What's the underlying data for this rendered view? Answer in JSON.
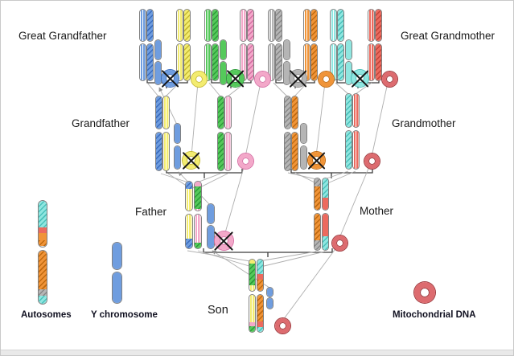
{
  "palette": {
    "blue": "#6f9ddf",
    "blue_dark": "#3a6cbe",
    "yellow": "#f3ec6f",
    "yellow_dark": "#c6ba30",
    "green": "#55c95b",
    "green_dark": "#2b9c38",
    "pink": "#f3a8c9",
    "pink_dark": "#d66fa4",
    "gray": "#b5b5b5",
    "gray_dark": "#878787",
    "orange": "#f09438",
    "orange_dark": "#bf690f",
    "cyan": "#8fe6e0",
    "cyan_dark": "#49c0ba",
    "red": "#ec6a5e",
    "red_dark": "#c2453a",
    "mito": "#dd6b6f",
    "mito_dark": "#9c3a3e",
    "line": "#aeaeae",
    "bracket": "#3c3c3c"
  },
  "labels": {
    "great_grandfather": "Great Grandfather",
    "great_grandmother": "Great Grandmother",
    "grandfather": "Grandfather",
    "grandmother": "Grandmother",
    "father": "Father",
    "mother": "Mother",
    "son": "Son"
  },
  "legend": {
    "autosomes": {
      "label": "Autosomes",
      "segments": [
        {
          "c": "cyan",
          "st": "h",
          "p": 26
        },
        {
          "c": "red",
          "st": "s",
          "p": 6
        },
        {
          "c": "orange",
          "st": "s",
          "p": 7
        },
        {
          "c": "orange",
          "st": "h",
          "p": 47
        },
        {
          "c": "gray",
          "st": "h",
          "p": 6
        },
        {
          "c": "cyan",
          "st": "h",
          "p": 8
        }
      ]
    },
    "y_chromosome": {
      "label": "Y chromosome",
      "color": "blue"
    },
    "mitochondrial_dna": {
      "label": "Mitochondrial DNA",
      "ring": {
        "c": "mito",
        "crossed": false
      }
    }
  },
  "people": [
    {
      "id": "great-grandfather-1",
      "chromosomes": [
        {
          "segments": [
            {
              "c": "blue",
              "st": "l",
              "p": 100
            }
          ]
        },
        {
          "segments": [
            {
              "c": "blue",
              "st": "h",
              "p": 100
            }
          ]
        }
      ],
      "y_chromosome": "blue",
      "ring": {
        "c": "blue",
        "crossed": true
      }
    },
    {
      "id": "great-grandmother-1",
      "chromosomes": [
        {
          "segments": [
            {
              "c": "yellow",
              "st": "l",
              "p": 100
            }
          ]
        },
        {
          "segments": [
            {
              "c": "yellow",
              "st": "h",
              "p": 100
            }
          ]
        }
      ],
      "ring": {
        "c": "yellow",
        "crossed": false
      }
    },
    {
      "id": "great-grandfather-2",
      "chromosomes": [
        {
          "segments": [
            {
              "c": "green",
              "st": "l",
              "p": 100
            }
          ]
        },
        {
          "segments": [
            {
              "c": "green",
              "st": "h",
              "p": 100
            }
          ]
        }
      ],
      "y_chromosome": "green",
      "ring": {
        "c": "green",
        "crossed": true
      }
    },
    {
      "id": "great-grandmother-2",
      "chromosomes": [
        {
          "segments": [
            {
              "c": "pink",
              "st": "l",
              "p": 100
            }
          ]
        },
        {
          "segments": [
            {
              "c": "pink",
              "st": "h",
              "p": 100
            }
          ]
        }
      ],
      "ring": {
        "c": "pink",
        "crossed": false
      }
    },
    {
      "id": "great-grandfather-3",
      "chromosomes": [
        {
          "segments": [
            {
              "c": "gray",
              "st": "l",
              "p": 100
            }
          ]
        },
        {
          "segments": [
            {
              "c": "gray",
              "st": "h",
              "p": 100
            }
          ]
        }
      ],
      "y_chromosome": "gray",
      "ring": {
        "c": "gray",
        "crossed": true
      }
    },
    {
      "id": "great-grandmother-3",
      "chromosomes": [
        {
          "segments": [
            {
              "c": "orange",
              "st": "l",
              "p": 100
            }
          ]
        },
        {
          "segments": [
            {
              "c": "orange",
              "st": "h",
              "p": 100
            }
          ]
        }
      ],
      "ring": {
        "c": "orange",
        "crossed": false
      }
    },
    {
      "id": "great-grandfather-4",
      "chromosomes": [
        {
          "segments": [
            {
              "c": "cyan",
              "st": "l",
              "p": 100
            }
          ]
        },
        {
          "segments": [
            {
              "c": "cyan",
              "st": "h",
              "p": 100
            }
          ]
        }
      ],
      "y_chromosome": "cyan",
      "ring": {
        "c": "cyan",
        "crossed": true
      }
    },
    {
      "id": "great-grandmother-4",
      "chromosomes": [
        {
          "segments": [
            {
              "c": "red",
              "st": "l",
              "p": 100
            }
          ]
        },
        {
          "segments": [
            {
              "c": "red",
              "st": "h",
              "p": 100
            }
          ]
        }
      ],
      "ring": {
        "c": "mito",
        "crossed": false
      }
    },
    {
      "id": "grandfather",
      "chromosomes": [
        {
          "segments": [
            {
              "c": "blue",
              "st": "h",
              "p": 100
            }
          ]
        },
        {
          "segments": [
            {
              "c": "yellow",
              "st": "l",
              "p": 100
            }
          ]
        }
      ],
      "y_chromosome": "blue",
      "ring": {
        "c": "yellow",
        "crossed": true
      }
    },
    {
      "id": "paternal-grandmother",
      "chromosomes": [
        {
          "segments": [
            {
              "c": "green",
              "st": "h",
              "p": 100
            }
          ]
        },
        {
          "segments": [
            {
              "c": "pink",
              "st": "l",
              "p": 100
            }
          ]
        }
      ],
      "ring": {
        "c": "pink",
        "crossed": false
      }
    },
    {
      "id": "maternal-grandfather",
      "chromosomes": [
        {
          "segments": [
            {
              "c": "gray",
              "st": "h",
              "p": 100
            }
          ]
        },
        {
          "segments": [
            {
              "c": "orange",
              "st": "h",
              "p": 100
            }
          ]
        }
      ],
      "y_chromosome": "gray",
      "ring": {
        "c": "orange",
        "crossed": true
      }
    },
    {
      "id": "grandmother",
      "chromosomes": [
        {
          "segments": [
            {
              "c": "cyan",
              "st": "h",
              "p": 100
            }
          ]
        },
        {
          "segments": [
            {
              "c": "red",
              "st": "l",
              "p": 100
            }
          ]
        }
      ],
      "ring": {
        "c": "mito",
        "crossed": false
      }
    },
    {
      "id": "father",
      "chromosomes": [
        {
          "segments": [
            {
              "c": "blue",
              "st": "h",
              "p": 11
            },
            {
              "c": "yellow",
              "st": "l",
              "p": 74
            },
            {
              "c": "blue",
              "st": "h",
              "p": 15
            }
          ]
        },
        {
          "segments": [
            {
              "c": "pink",
              "st": "s",
              "p": 8
            },
            {
              "c": "green",
              "st": "h",
              "p": 34
            },
            {
              "c": "pink",
              "st": "l",
              "p": 50
            },
            {
              "c": "green",
              "st": "h",
              "p": 8
            }
          ]
        }
      ],
      "y_chromosome": "blue",
      "ring": {
        "c": "pink",
        "crossed": true
      }
    },
    {
      "id": "mother",
      "chromosomes": [
        {
          "segments": [
            {
              "c": "gray",
              "st": "h",
              "p": 11
            },
            {
              "c": "orange",
              "st": "h",
              "p": 75
            },
            {
              "c": "gray",
              "st": "h",
              "p": 14
            }
          ]
        },
        {
          "segments": [
            {
              "c": "cyan",
              "st": "h",
              "p": 28
            },
            {
              "c": "red",
              "st": "s",
              "p": 53
            },
            {
              "c": "cyan",
              "st": "h",
              "p": 19
            }
          ]
        }
      ],
      "ring": {
        "c": "mito",
        "crossed": false
      }
    },
    {
      "id": "son",
      "chromosomes": [
        {
          "segments": [
            {
              "c": "yellow",
              "st": "s",
              "p": 6
            },
            {
              "c": "green",
              "st": "h",
              "p": 30
            },
            {
              "c": "yellow",
              "st": "l",
              "p": 50
            },
            {
              "c": "pink",
              "st": "s",
              "p": 6
            },
            {
              "c": "green",
              "st": "h",
              "p": 8
            }
          ]
        },
        {
          "segments": [
            {
              "c": "cyan",
              "st": "h",
              "p": 20
            },
            {
              "c": "red",
              "st": "s",
              "p": 9
            },
            {
              "c": "orange",
              "st": "h",
              "p": 56
            },
            {
              "c": "red",
              "st": "s",
              "p": 8
            },
            {
              "c": "cyan",
              "st": "h",
              "p": 7
            }
          ]
        }
      ],
      "y_chromosome": "blue",
      "ring": {
        "c": "mito",
        "crossed": false
      }
    }
  ]
}
